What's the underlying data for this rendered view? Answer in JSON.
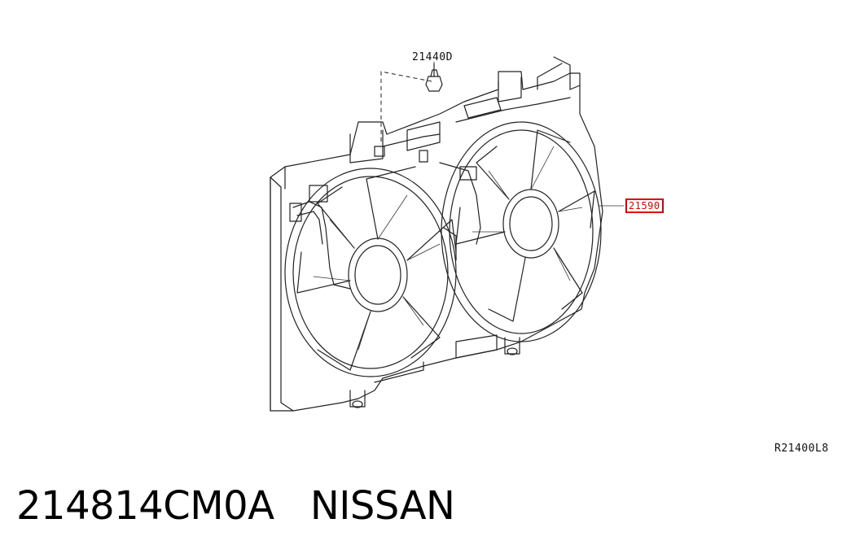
{
  "callouts": {
    "bolt_part_no": "21440D",
    "fan_assembly_part_no": "21590",
    "diagram_code": "R21400L8"
  },
  "caption": {
    "part_number": "214814CM0A",
    "brand": "NISSAN"
  },
  "colors": {
    "line": "#222222",
    "highlight": "#e00000",
    "background": "#ffffff"
  }
}
